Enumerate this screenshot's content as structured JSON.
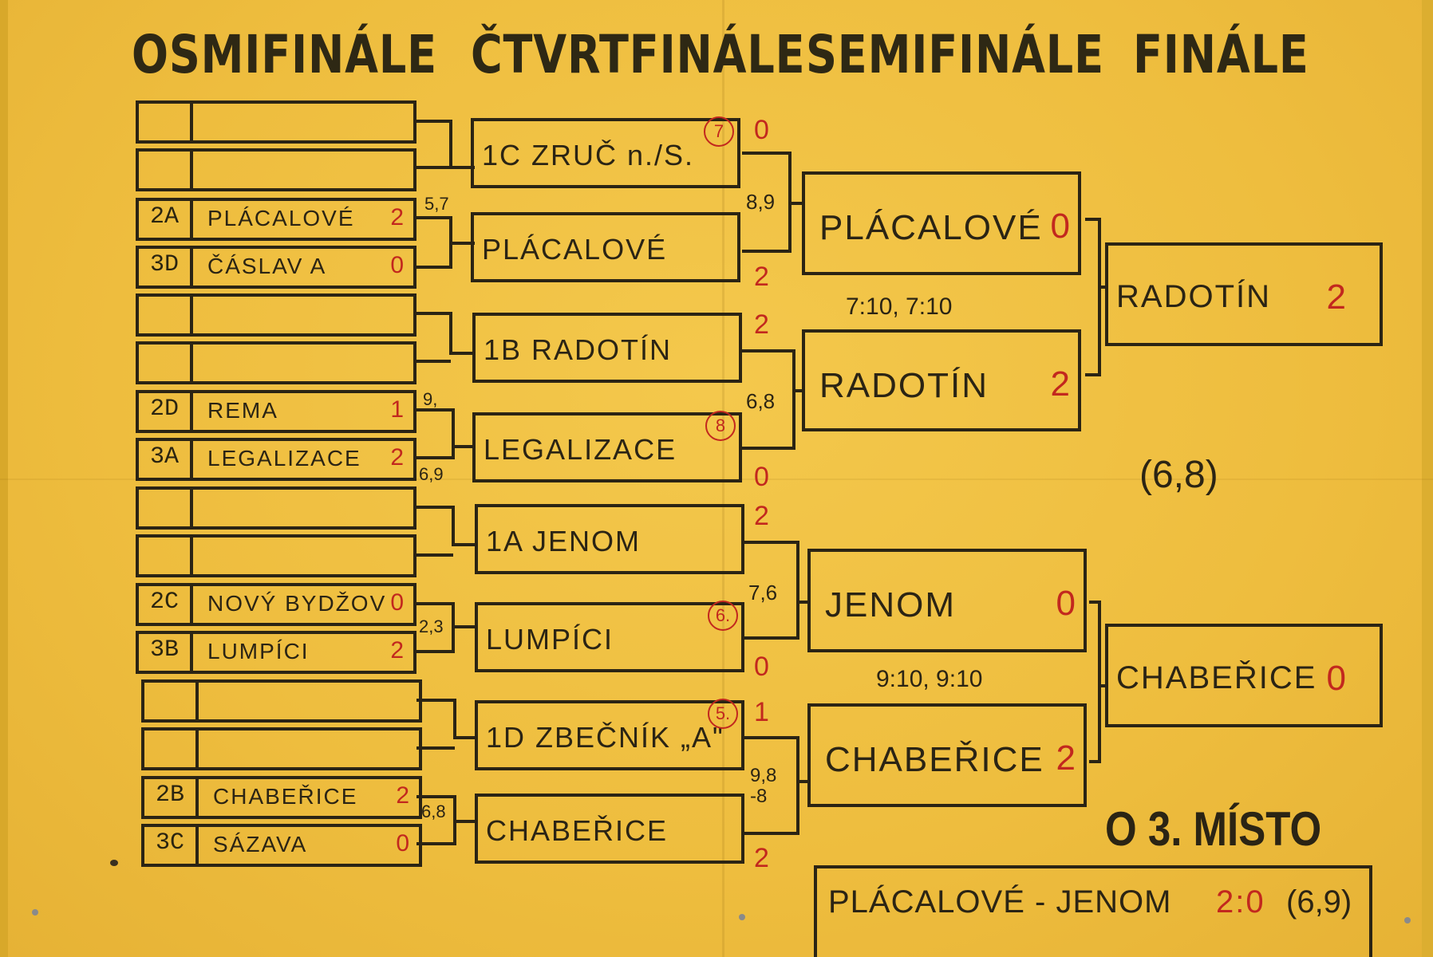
{
  "headers": {
    "r16": "OSMIFINÁLE",
    "qf": "ČTVRTFINÁLE",
    "sf": "SEMIFINÁLE",
    "final": "FINÁLE"
  },
  "round16": [
    {
      "seed": "",
      "team": "",
      "score": ""
    },
    {
      "seed": "",
      "team": "",
      "score": ""
    },
    {
      "seed": "2A",
      "team": "PLÁCALOVÉ",
      "score": "2"
    },
    {
      "seed": "3D",
      "team": "ČÁSLAV A",
      "score": "0"
    },
    {
      "seed": "",
      "team": "",
      "score": ""
    },
    {
      "seed": "",
      "team": "",
      "score": ""
    },
    {
      "seed": "2D",
      "team": "REMA",
      "score": "1"
    },
    {
      "seed": "3A",
      "team": "LEGALIZACE",
      "score": "2"
    },
    {
      "seed": "",
      "team": "",
      "score": ""
    },
    {
      "seed": "",
      "team": "",
      "score": ""
    },
    {
      "seed": "2C",
      "team": "NOVÝ BYDŽOV",
      "score": "0"
    },
    {
      "seed": "3B",
      "team": "LUMPÍCI",
      "score": "2"
    },
    {
      "seed": "",
      "team": "",
      "score": ""
    },
    {
      "seed": "",
      "team": "",
      "score": ""
    },
    {
      "seed": "2B",
      "team": "CHABEŘICE",
      "score": "2"
    },
    {
      "seed": "3C",
      "team": "SÁZAVA",
      "score": "0"
    }
  ],
  "round16_set_scores": [
    "5,7",
    "9,",
    "6,9",
    "2,3",
    "6,8"
  ],
  "quarterfinals": [
    {
      "team": "1C ZRUČ n./S.",
      "score": "0",
      "circle": "7"
    },
    {
      "team": "PLÁCALOVÉ",
      "score": "2",
      "circle": ""
    },
    {
      "team": "1B RADOTÍN",
      "score": "2",
      "circle": ""
    },
    {
      "team": "LEGALIZACE",
      "score": "0",
      "circle": "8"
    },
    {
      "team": "1A JENOM",
      "score": "2",
      "circle": ""
    },
    {
      "team": "LUMPÍCI",
      "score": "0",
      "circle": "6."
    },
    {
      "team": "1D ZBEČNÍK „A\"",
      "score": "1",
      "circle": "5."
    },
    {
      "team": "CHABEŘICE",
      "score": "2",
      "circle": ""
    }
  ],
  "qf_set_scores": [
    "8,9",
    "6,8",
    "7,6",
    "9,8 -8"
  ],
  "semifinals": [
    {
      "team": "PLÁCALOVÉ",
      "score": "0"
    },
    {
      "team": "RADOTÍN",
      "score": "2"
    },
    {
      "team": "JENOM",
      "score": "0"
    },
    {
      "team": "CHABEŘICE",
      "score": "2"
    }
  ],
  "sf_set_scores": [
    "7:10, 7:10",
    "9:10, 9:10"
  ],
  "finals": [
    {
      "team": "RADOTÍN",
      "score": "2"
    },
    {
      "team": "CHABEŘICE",
      "score": "0"
    }
  ],
  "final_set_score": "(6,8)",
  "third_place": {
    "title": "O 3. MÍSTO",
    "match": "PLÁCALOVÉ - JENOM",
    "score": "2:0",
    "sets": "(6,9)"
  },
  "colors": {
    "paper": "#efc143",
    "ink": "#2b2414",
    "red_ink": "#c2281e"
  }
}
